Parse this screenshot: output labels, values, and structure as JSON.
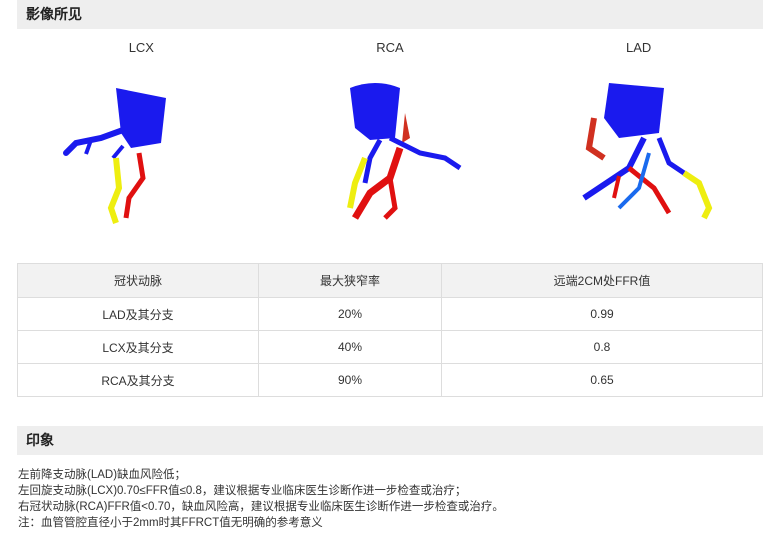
{
  "findings": {
    "title": "影像所见",
    "views": [
      {
        "label": "LCX"
      },
      {
        "label": "RCA"
      },
      {
        "label": "LAD"
      }
    ]
  },
  "table": {
    "headers": [
      "冠状动脉",
      "最大狭窄率",
      "远端2CM处FFR值"
    ],
    "rows": [
      [
        "LAD及其分支",
        "20%",
        "0.99"
      ],
      [
        "LCX及其分支",
        "40%",
        "0.8"
      ],
      [
        "RCA及其分支",
        "90%",
        "0.65"
      ]
    ]
  },
  "impression": {
    "title": "印象",
    "lines": [
      "左前降支动脉(LAD)缺血风险低；",
      "左回旋支动脉(LCX)0.70≤FFR值≤0.8，建议根据专业临床医生诊断作进一步检查或治疗；",
      "右冠状动脉(RCA)FFR值<0.70，缺血风险高，建议根据专业临床医生诊断作进一步检查或治疗。",
      "注：血管管腔直径小于2mm时其FFRCT值无明确的参考意义"
    ]
  },
  "colors": {
    "vessel_blue": "#1a1aee",
    "vessel_red": "#e01010",
    "vessel_yellow": "#eeee10",
    "header_bg": "#eeeeee"
  }
}
